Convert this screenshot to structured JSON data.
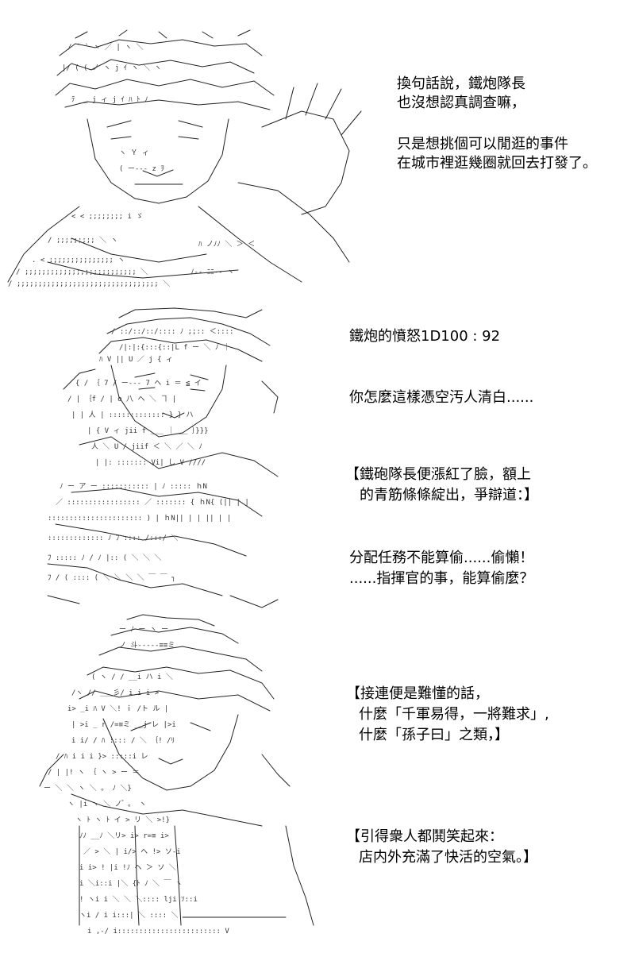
{
  "panels": [
    {
      "lines": [
        "換句話說，鐵炮隊長",
        "也沒想認真調查嘛，",
        "只是想挑個可以閒逛的事件",
        "在城市裡逛幾圈就回去打發了。"
      ]
    },
    {
      "lines": [
        "鐵炮的憤怒1D100 : 92",
        "你怎麼這樣憑空汚人清白......",
        "【鐵砲隊長便漲紅了臉，額上",
        "的青筋條條綻出，爭辯道：】",
        "分配任務不能算偷......偷懶！",
        "......指揮官的事，能算偷麼？"
      ]
    },
    {
      "lines": [
        "【接連便是難懂的話，",
        "什麼「千軍易得，一將難求」,",
        "什麼「孫子曰」之類，】",
        "【引得衆人都鬨笑起來：",
        "店内外充滿了快活的空氣。】"
      ]
    }
  ]
}
